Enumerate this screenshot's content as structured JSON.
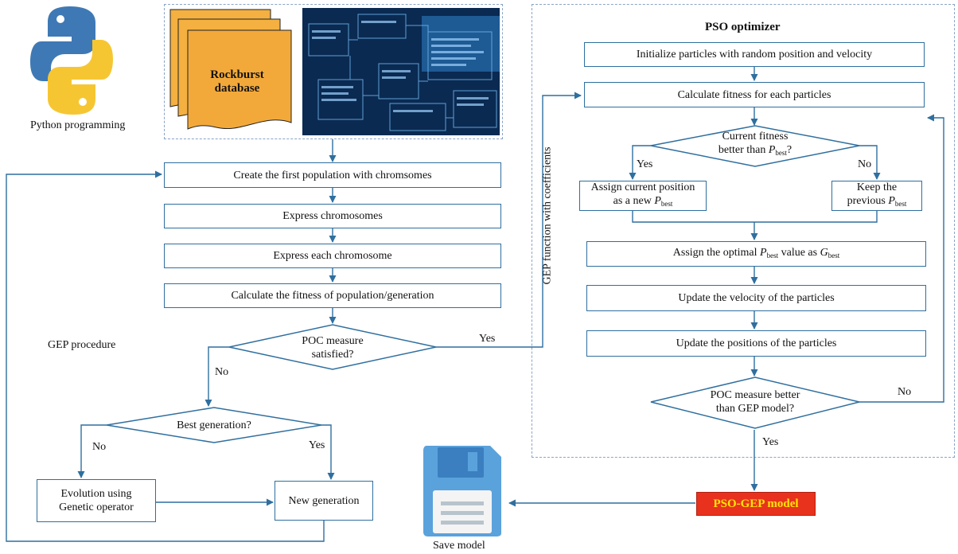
{
  "python": {
    "label": "Python programming"
  },
  "database": {
    "line1": "Rockburst",
    "line2": "database"
  },
  "gep": {
    "procedure_label": "GEP procedure",
    "create": "Create the first population with chromsomes",
    "express": "Express chromosomes",
    "express_each": "Express each chromosome",
    "calc_fitness": "Calculate the fitness of population/generation",
    "poc_line1": "POC measure",
    "poc_line2": "satisfied?",
    "best_gen": "Best generation?",
    "evolution_line1": "Evolution using",
    "evolution_line2": "Genetic operator",
    "new_gen": "New generation",
    "yes": "Yes",
    "no": "No"
  },
  "connector_label": "GEP function with coefficients",
  "pso": {
    "title": "PSO optimizer",
    "init": "Initialize particles with random position and velocity",
    "calc": "Calculate fitness for each particles",
    "dec_line1": "Current fitness",
    "dec_line2": "better than",
    "assign_line1": "Assign current position",
    "assign_line2": "as a new",
    "keep_line1": "Keep the",
    "keep_line2": "previous",
    "optimal_a": "Assign the optimal",
    "optimal_b": "value as",
    "velocity": "Update the velocity of the particles",
    "positions": "Update the positions of the particles",
    "poc_line1": "POC measure better",
    "poc_line2": "than GEP model?",
    "yes": "Yes",
    "no": "No",
    "sym_P": "P",
    "sym_G": "G",
    "sub_best": "best",
    "qmark": "?"
  },
  "result": {
    "model": "PSO-GEP model",
    "save": "Save model"
  },
  "colors": {
    "border": "#2f6f9f",
    "arrow": "#2f6f9f",
    "result_fill": "#e8321e",
    "result_text": "#ffe600",
    "dash": "#8aa4c8"
  },
  "icons": [
    "python-logo-icon",
    "database-document-icon",
    "database-schema-image",
    "floppy-disk-icon"
  ]
}
